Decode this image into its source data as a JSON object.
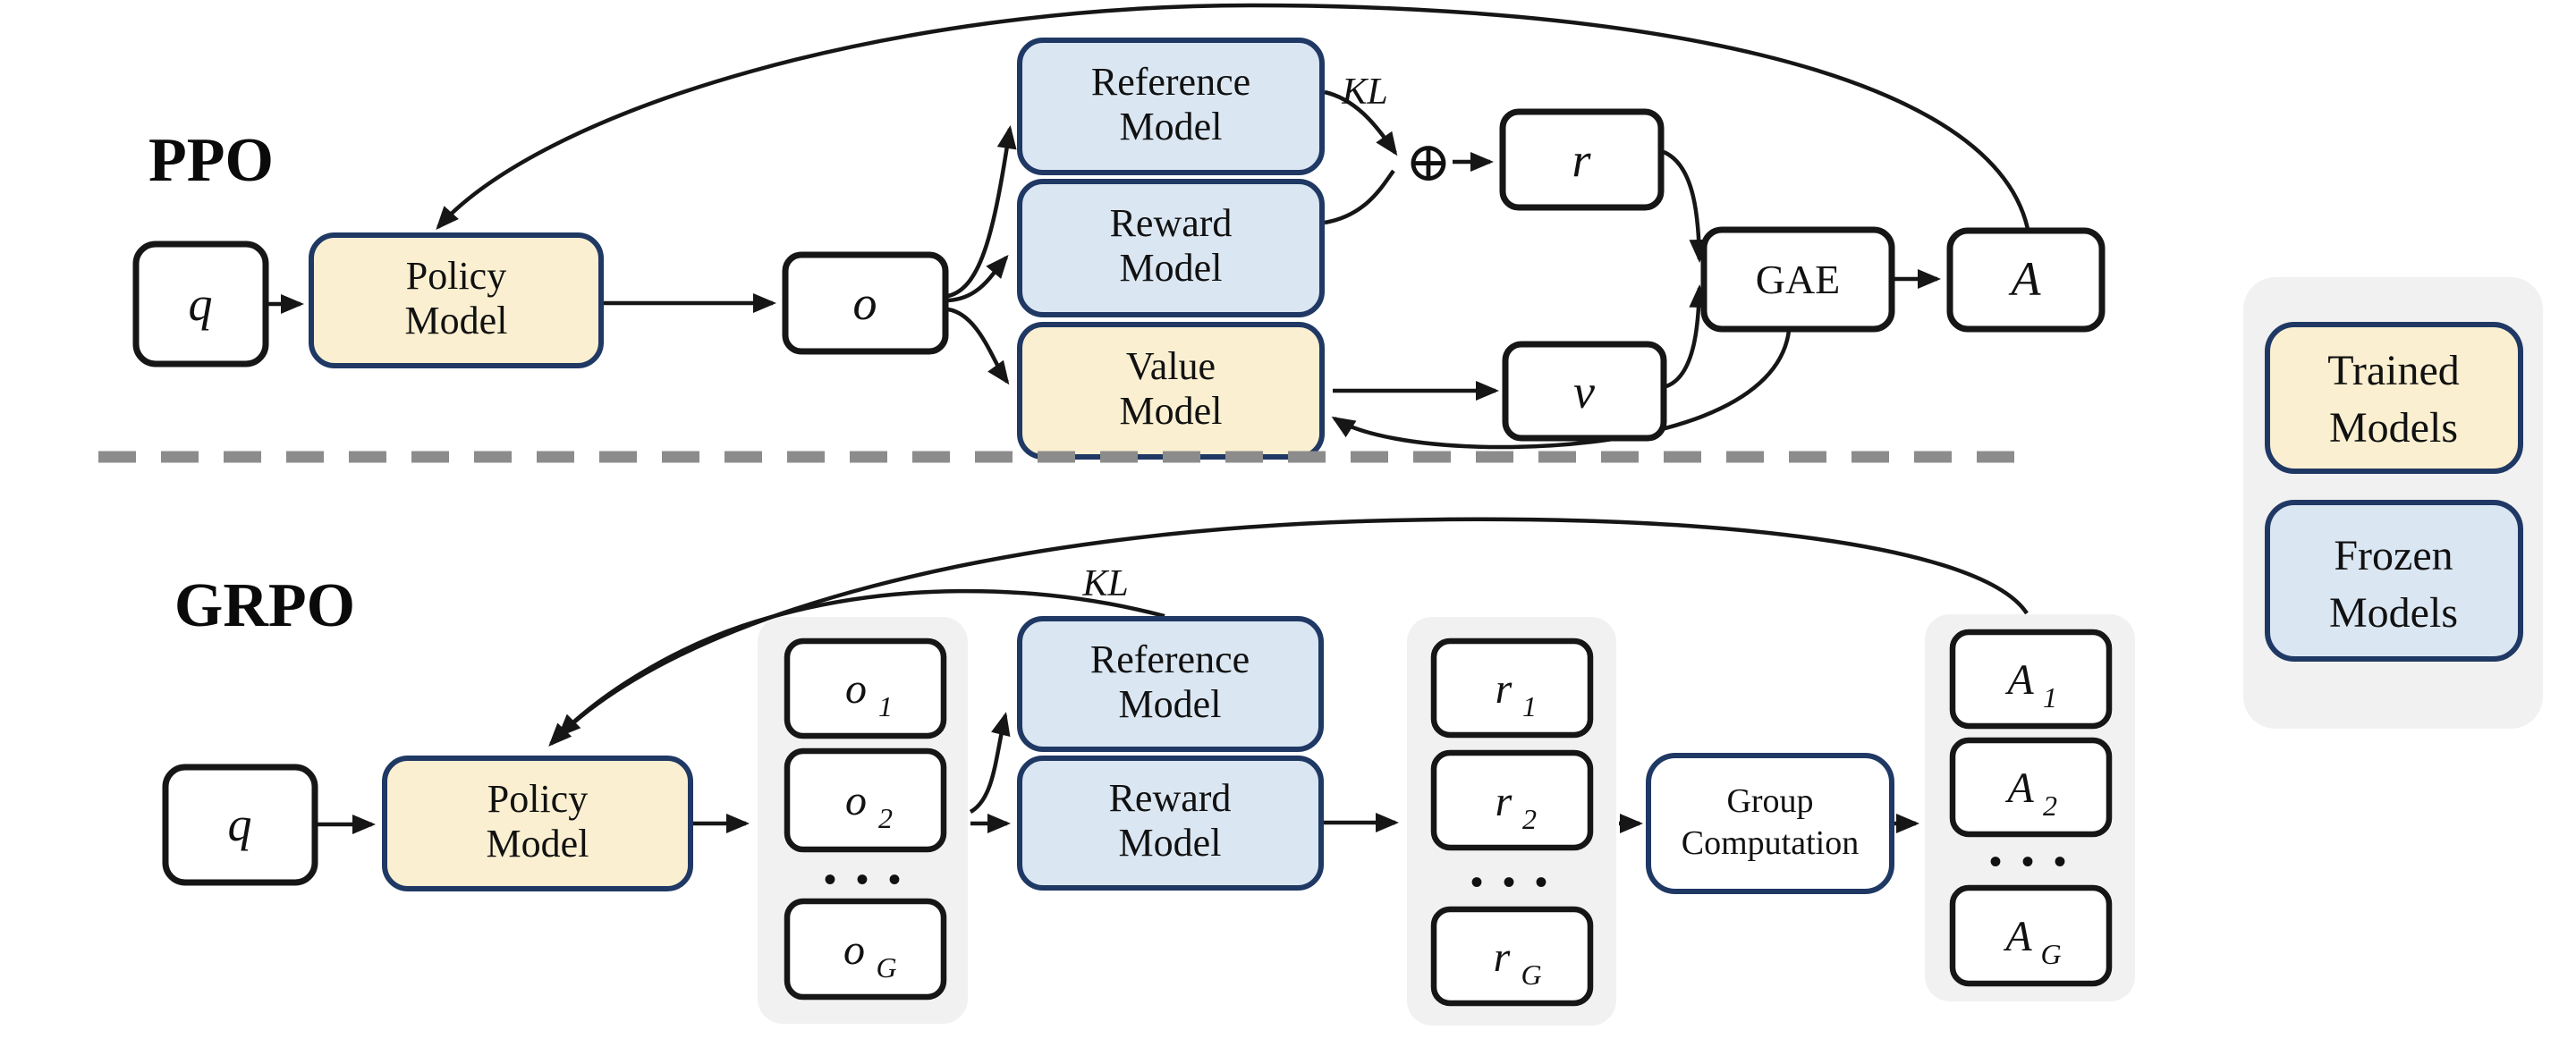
{
  "ppo": {
    "title": "PPO",
    "q": "q",
    "policy": {
      "line1": "Policy",
      "line2": "Model"
    },
    "o": "o",
    "reference": {
      "line1": "Reference",
      "line2": "Model"
    },
    "reward": {
      "line1": "Reward",
      "line2": "Model"
    },
    "value": {
      "line1": "Value",
      "line2": "Model"
    },
    "kl": "KL",
    "oplus": "⊕",
    "r": "r",
    "v": "v",
    "gae": "GAE",
    "a": "A"
  },
  "grpo": {
    "title": "GRPO",
    "q": "q",
    "policy": {
      "line1": "Policy",
      "line2": "Model"
    },
    "kl": "KL",
    "reference": {
      "line1": "Reference",
      "line2": "Model"
    },
    "reward": {
      "line1": "Reward",
      "line2": "Model"
    },
    "group": {
      "line1": "Group",
      "line2": "Computation"
    },
    "o_items": [
      {
        "base": "o",
        "sub": "1"
      },
      {
        "base": "o",
        "sub": "2"
      },
      {
        "base": "o",
        "sub": "G"
      }
    ],
    "r_items": [
      {
        "base": "r",
        "sub": "1"
      },
      {
        "base": "r",
        "sub": "2"
      },
      {
        "base": "r",
        "sub": "G"
      }
    ],
    "a_items": [
      {
        "base": "A",
        "sub": "1"
      },
      {
        "base": "A",
        "sub": "2"
      },
      {
        "base": "A",
        "sub": "G"
      }
    ],
    "ellipsis": "• • •"
  },
  "legend": {
    "trained": {
      "line1": "Trained",
      "line2": "Models"
    },
    "frozen": {
      "line1": "Frozen",
      "line2": "Models"
    }
  },
  "colors": {
    "trained_fill": "#FAEFD0",
    "frozen_fill": "#DAE6F2",
    "navy_border": "#1F3864",
    "black_border": "#161616",
    "container_gray": "#F1F1F1",
    "divider_gray": "#8C8C8C",
    "background": "#FFFFFF"
  }
}
